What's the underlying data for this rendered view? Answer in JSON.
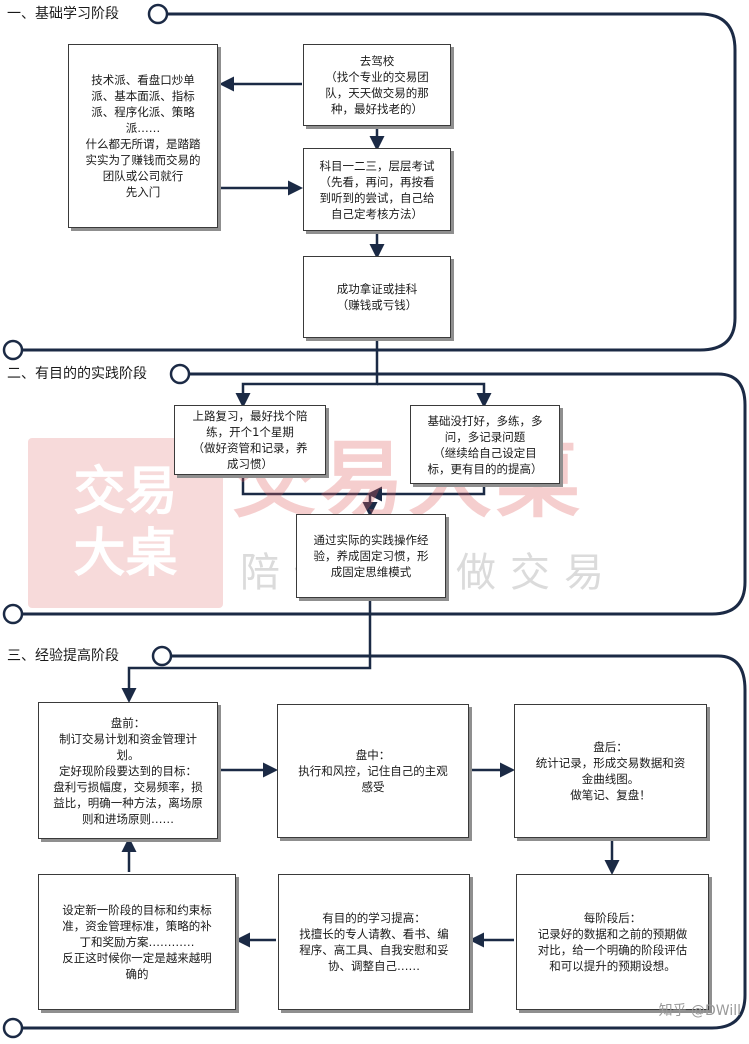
{
  "stages": {
    "s1": "一、基础学习阶段",
    "s2": "二、有目的的实践阶段",
    "s3": "三、经验提高阶段"
  },
  "boxes": {
    "school": "去驾校\n（找个专业的交易团\n队，天天做交易的那\n种，最好找老的）",
    "schools_of_thought": "技术派、看盘口炒单\n派、基本面派、指标\n派、程序化派、策略\n派……\n什么都无所谓，是踏踏\n实实为了赚钱而交易的\n团队或公司就行\n先入门",
    "exams": "科目一二三，层层考试\n（先看，再问，再按看\n到听到的尝试，自己给\n自己定考核方法）",
    "license": "成功拿证或挂科\n（赚钱或亏钱）",
    "review": "上路复习，最好找个陪\n练，开个1个星期\n（做好资管和记录，养\n成习惯）",
    "basics": "基础没打好，多练，多\n问，多记录问题\n（继续给自己设定目\n标，更有目的的提高）",
    "practice": "通过实际的实践操作经\n验，养成固定习惯，形\n成固定思维模式",
    "pre_market": "盘前：\n制订交易计划和资金管理计\n划。\n定好现阶段要达到的目标：\n盘利亏损幅度，交易频率，损\n益比，明确一种方法，离场原\n则和进场原则……",
    "intraday": "盘中：\n执行和风控，记住自己的主观\n感受",
    "post_market": "盘后：\n统计记录，形成交易数据和资\n金曲线图。\n做笔记、复盘！",
    "each_stage": "每阶段后：\n记录好的数据和之前的预期做\n对比，给一个明确的阶段评估\n和可以提升的预期设想。",
    "learning": "有目的的学习提高：\n找擅长的专人请教、看书、编\n程序、高工具、自我安慰和妥\n协、调整自己……",
    "new_stage": "设定新一阶段的目标和约束标\n准，资金管理标准，策略的补\n丁和奖励方案…………\n反正这时候你一定是越来越明\n确的"
  },
  "watermark": {
    "badge_line1": "交易",
    "badge_line2": "大桌",
    "title": "交易大桌",
    "slogan": "陪你一起做交易"
  },
  "credit": "知乎 @DWill",
  "colors": {
    "line": "#1b2a45",
    "border": "#3a3a3a",
    "shadow": "#8f8f8f",
    "watermark_red": "#e06060",
    "watermark_gray": "#9a9a9a"
  }
}
